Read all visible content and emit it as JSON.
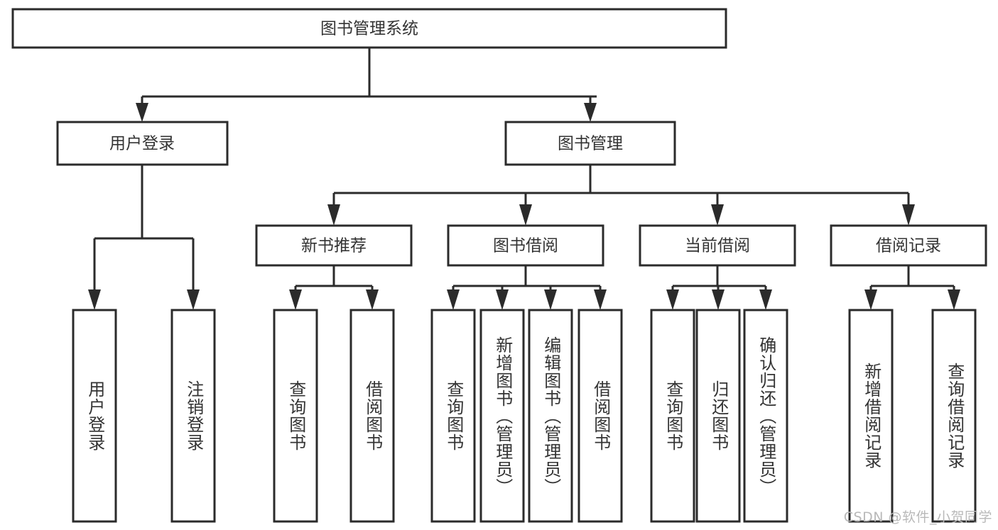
{
  "diagram": {
    "type": "tree",
    "title": "图书管理系统",
    "orientation": "top-down",
    "colors": {
      "stroke": "#2b2b2b",
      "box_fill": "#ffffff",
      "text": "#333333",
      "background": "#ffffff",
      "watermark": "#b9b9b9"
    },
    "root": {
      "id": "root",
      "label": "图书管理系统"
    },
    "level2": [
      {
        "id": "user-login",
        "label": "用户登录"
      },
      {
        "id": "book-manage",
        "label": "图书管理"
      }
    ],
    "level3": [
      {
        "id": "new-book-recommend",
        "label": "新书推荐",
        "parent": "book-manage"
      },
      {
        "id": "book-borrow",
        "label": "图书借阅",
        "parent": "book-manage"
      },
      {
        "id": "current-borrow",
        "label": "当前借阅",
        "parent": "book-manage"
      },
      {
        "id": "borrow-record",
        "label": "借阅记录",
        "parent": "book-manage"
      }
    ],
    "leaves": [
      {
        "id": "leaf-user-login",
        "label": "用户登录",
        "parent": "user-login"
      },
      {
        "id": "leaf-logout-login",
        "label": "注销登录",
        "parent": "user-login"
      },
      {
        "id": "leaf-query-book-1",
        "label": "查询图书",
        "parent": "new-book-recommend"
      },
      {
        "id": "leaf-borrow-book-1",
        "label": "借阅图书",
        "parent": "new-book-recommend"
      },
      {
        "id": "leaf-query-book-2",
        "label": "查询图书",
        "parent": "book-borrow"
      },
      {
        "id": "leaf-add-book",
        "label": "新增图书（管理员）",
        "parent": "book-borrow"
      },
      {
        "id": "leaf-edit-book",
        "label": "编辑图书（管理员）",
        "parent": "book-borrow"
      },
      {
        "id": "leaf-borrow-book-2",
        "label": "借阅图书",
        "parent": "book-borrow"
      },
      {
        "id": "leaf-query-book-3",
        "label": "查询图书",
        "parent": "current-borrow"
      },
      {
        "id": "leaf-return-book",
        "label": "归还图书",
        "parent": "current-borrow"
      },
      {
        "id": "leaf-confirm-return",
        "label": "确认归还（管理员）",
        "parent": "current-borrow"
      },
      {
        "id": "leaf-add-record",
        "label": "新增借阅记录",
        "parent": "borrow-record"
      },
      {
        "id": "leaf-query-record",
        "label": "查询借阅记录",
        "parent": "borrow-record"
      }
    ],
    "watermark": "CSDN @软件_小贺同学"
  }
}
